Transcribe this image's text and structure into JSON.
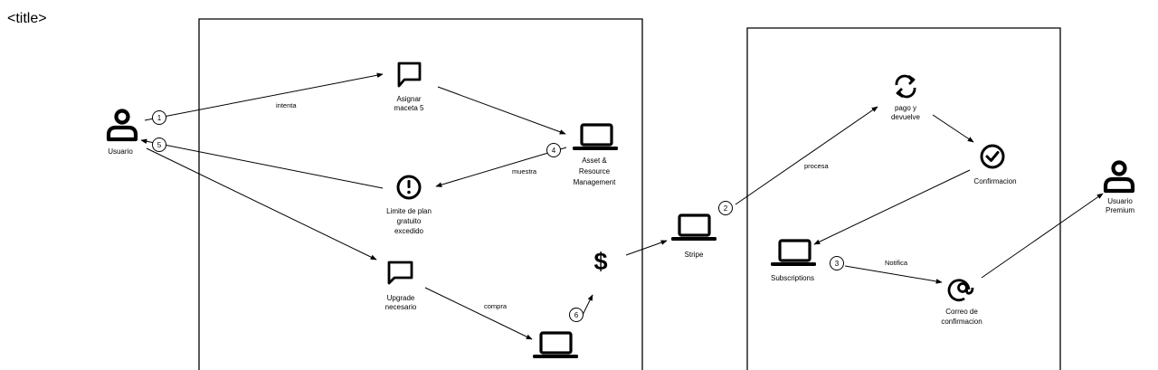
{
  "title": "<title>",
  "nodes": {
    "usuario": {
      "label": "Usuario",
      "icon": "user-icon"
    },
    "asignar": {
      "lines": [
        "Asignar",
        "maceta 5"
      ],
      "icon": "message-icon"
    },
    "asset": {
      "lines": [
        "Asset &",
        "Resource",
        "Management"
      ],
      "icon": "laptop-icon"
    },
    "limite": {
      "lines": [
        "Limite de plan",
        "gratuito",
        "excedido"
      ],
      "icon": "alert-icon"
    },
    "upgrade": {
      "lines": [
        "Upgrade",
        "necesario"
      ],
      "icon": "message-icon"
    },
    "dollar": {
      "label": "$",
      "icon": "dollar-icon"
    },
    "laptop_bottom": {
      "icon": "laptop-icon"
    },
    "stripe": {
      "label": "Stripe",
      "icon": "laptop-icon"
    },
    "pago": {
      "lines": [
        "pago y",
        "devuelve"
      ],
      "icon": "refresh-icon"
    },
    "confirmacion": {
      "label": "Confirmacion",
      "icon": "check-circle-icon"
    },
    "subscriptions": {
      "label": "Subscriptions",
      "icon": "laptop-icon"
    },
    "correo": {
      "lines": [
        "Correo de",
        "confirmacion"
      ],
      "icon": "at-icon"
    },
    "usuario_premium": {
      "lines": [
        "Usuario",
        "Premium"
      ],
      "icon": "user-icon"
    }
  },
  "edges": {
    "intenta": "intenta",
    "muestra": "muestra",
    "compra": "compra",
    "procesa": "procesa",
    "notifica": "Notifica"
  },
  "badges": [
    "1",
    "5",
    "4",
    "2",
    "6",
    "3"
  ]
}
